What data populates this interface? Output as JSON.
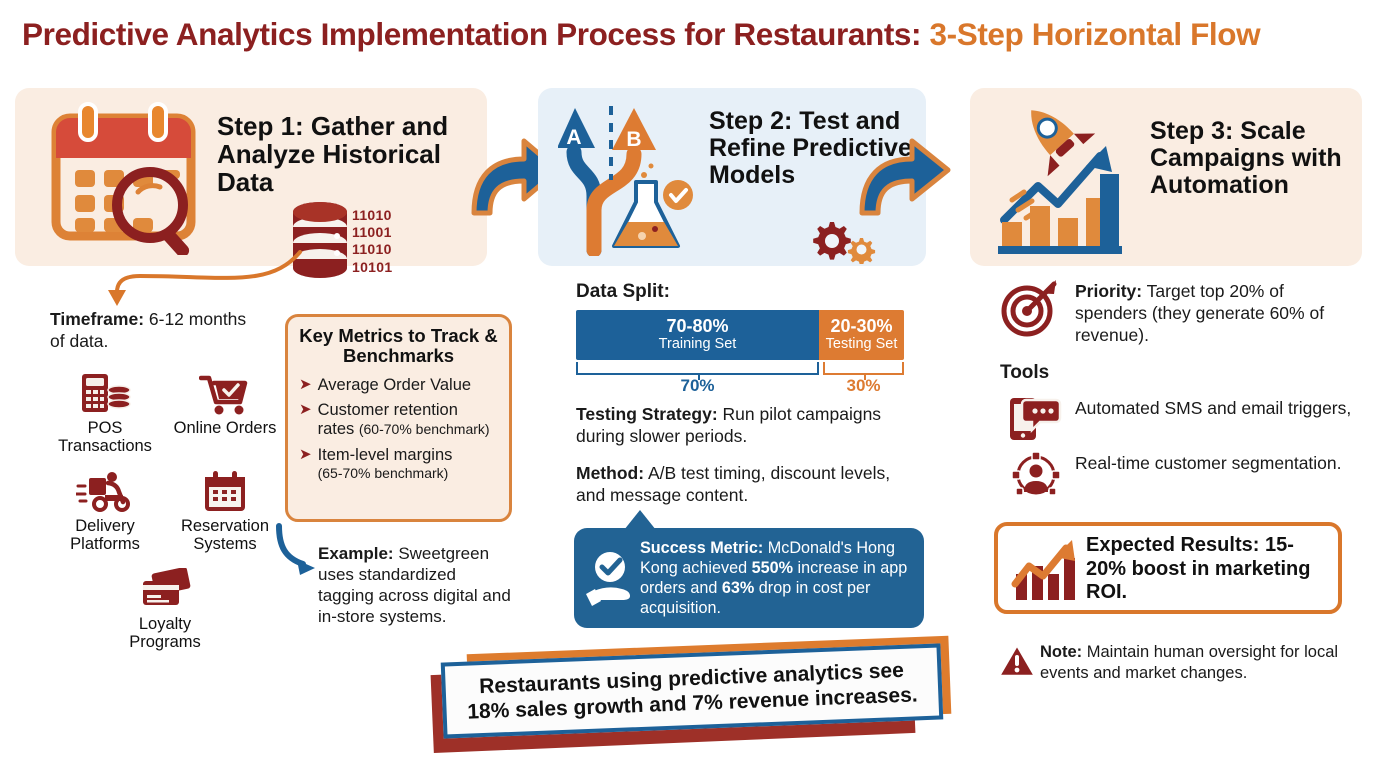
{
  "title": {
    "main": "Predictive Analytics Implementation Process for Restaurants:",
    "accent": "3-Step Horizontal Flow"
  },
  "colors": {
    "dark_red": "#8C2020",
    "orange": "#D9772B",
    "blue": "#1D6199",
    "panel_cream": "#FAEDE2",
    "panel_blue": "#E7F0F8"
  },
  "steps": [
    {
      "id": "step1",
      "title": "Step 1: Gather and Analyze Historical Data",
      "icon": "calendar-magnifier-icon"
    },
    {
      "id": "step2",
      "title": "Step 2: Test and Refine Predictive Models",
      "icon": "ab-split-flask-icon"
    },
    {
      "id": "step3",
      "title": "Step 3: Scale Campaigns with Automation",
      "icon": "rocket-growth-chart-icon"
    }
  ],
  "database_binary": [
    "11010",
    "11001",
    "11010",
    "10101"
  ],
  "left": {
    "timeframe_label": "Timeframe:",
    "timeframe_text": " 6-12 months of data.",
    "sources": [
      {
        "label": "POS Transactions",
        "icon": "pos-terminal-icon"
      },
      {
        "label": "Online Orders",
        "icon": "shopping-cart-icon"
      },
      {
        "label": "Delivery Platforms",
        "icon": "delivery-scooter-icon"
      },
      {
        "label": "Reservation Systems",
        "icon": "calendar-icon"
      },
      {
        "label": "Loyalty Programs",
        "icon": "loyalty-cards-icon"
      }
    ],
    "metrics_box": {
      "heading": "Key Metrics to Track & Benchmarks",
      "items": [
        {
          "text": "Average Order Value",
          "sub": ""
        },
        {
          "text": "Customer retention rates ",
          "sub": "(60-70% benchmark)"
        },
        {
          "text": "Item-level margins",
          "sub": "(65-70% benchmark)"
        }
      ]
    },
    "example_label": "Example:",
    "example_text": " Sweetgreen uses standardized tagging across digital and in-store systems."
  },
  "middle": {
    "data_split_label": "Data Split:",
    "split": [
      {
        "pct": "70-80%",
        "name": "Training Set",
        "bracket": "70%",
        "color": "#1D6199"
      },
      {
        "pct": "20-30%",
        "name": "Testing Set",
        "bracket": "30%",
        "color": "#DD7B32"
      }
    ],
    "testing_strategy_label": "Testing Strategy:",
    "testing_strategy_text": " Run pilot campaigns during slower periods.",
    "method_label": "Method:",
    "method_text": " A/B test timing, discount levels, and message content.",
    "success": {
      "icon": "hand-check-icon",
      "label": "Success Metric:",
      "text_1": " McDonald's Hong Kong achieved ",
      "stat_1": "550%",
      "text_2": " increase in app orders and ",
      "stat_2": "63%",
      "text_3": " drop in cost per acquisition."
    }
  },
  "right": {
    "priority_label": "Priority:",
    "priority_text": " Target top 20% of spenders (they generate 60% of revenue).",
    "priority_icon": "target-bullseye-icon",
    "tools_label": "Tools",
    "tools": [
      {
        "text": "Automated SMS and email triggers,",
        "icon": "sms-phone-icon"
      },
      {
        "text": "Real-time customer segmentation.",
        "icon": "customer-segmentation-icon"
      }
    ],
    "results": {
      "icon": "bar-growth-arrow-icon",
      "label": "Expected Results:",
      "text": " 15-20% boost in marketing ROI."
    },
    "note_label": "Note:",
    "note_text": " Maintain human oversight for local events and market changes.",
    "note_icon": "warning-triangle-icon"
  },
  "banner": {
    "line1": "Restaurants using predictive analytics see",
    "line2": "18% sales growth and 7% revenue increases."
  }
}
